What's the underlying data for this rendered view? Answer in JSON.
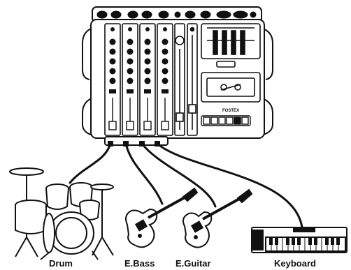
{
  "labels": {
    "drum": "Drum",
    "bass": "E.Bass",
    "guitar": "E.Guitar",
    "keyboard": "Keyboard"
  },
  "mixer": {
    "brand_text": "FOSTEX"
  },
  "colors": {
    "ink": "#111111",
    "paper": "#ffffff"
  }
}
